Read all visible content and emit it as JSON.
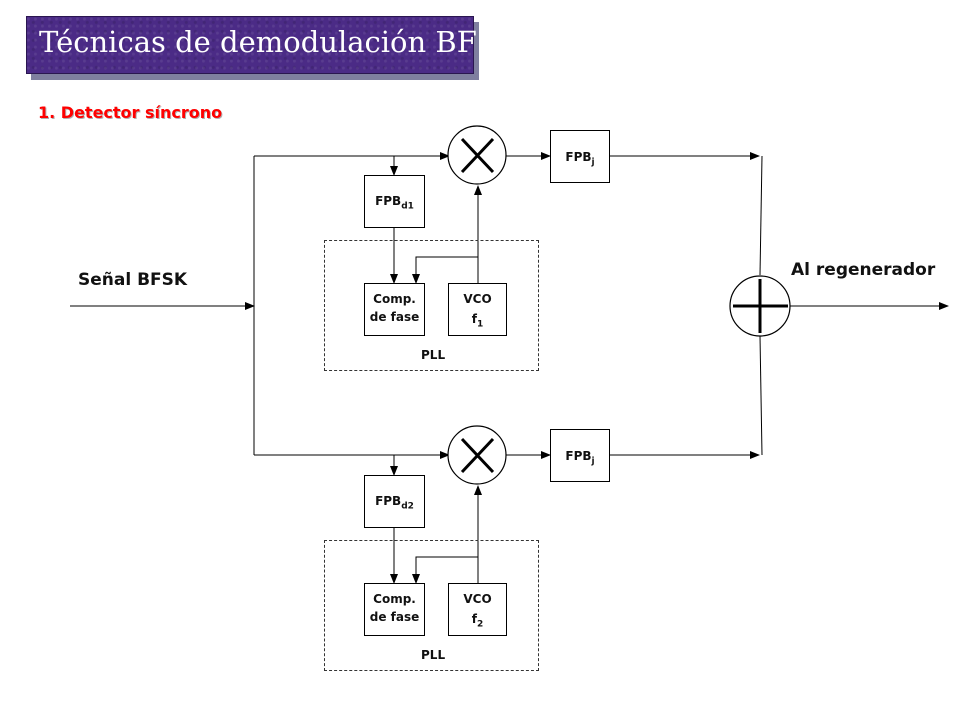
{
  "slide": {
    "title": "Técnicas de demodulación  BFSK",
    "subtitle": "1. Detector síncrono"
  },
  "diagram": {
    "input_label": "Señal BFSK",
    "output_label": "Al regenerador",
    "branch1": {
      "filter_main": "FPB",
      "filter_sub": "d1",
      "comp_line1": "Comp.",
      "comp_line2": "de fase",
      "vco_line1": "VCO",
      "vco_f": "f",
      "vco_sub": "1",
      "pll_label": "PLL",
      "lpf_main": "FPB",
      "lpf_sub": "j"
    },
    "branch2": {
      "filter_main": "FPB",
      "filter_sub": "d2",
      "comp_line1": "Comp.",
      "comp_line2": "de fase",
      "vco_line1": "VCO",
      "vco_f": "f",
      "vco_sub": "2",
      "pll_label": "PLL",
      "lpf_main": "FPB",
      "lpf_sub": "j"
    }
  }
}
